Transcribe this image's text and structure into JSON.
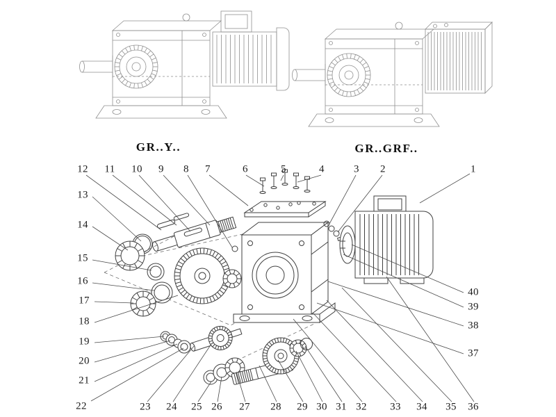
{
  "titles": {
    "left": "GR..Y..",
    "right": "GR..GRF.."
  },
  "callouts": {
    "top": [
      "12",
      "11",
      "10",
      "9",
      "8",
      "7",
      "6",
      "5",
      "4",
      "3",
      "2"
    ],
    "top_right": "1",
    "left": [
      "13",
      "14",
      "15",
      "16",
      "17",
      "18",
      "19",
      "20",
      "21",
      "22"
    ],
    "bottom": [
      "23",
      "24",
      "25",
      "26",
      "27",
      "28",
      "29",
      "30",
      "31",
      "32",
      "33",
      "34",
      "35",
      "36"
    ],
    "right": [
      "40",
      "39",
      "38",
      "37"
    ]
  },
  "colors": {
    "ink": "#3f3f3f",
    "light_ink": "#8f8f8f",
    "background": "#ffffff"
  }
}
